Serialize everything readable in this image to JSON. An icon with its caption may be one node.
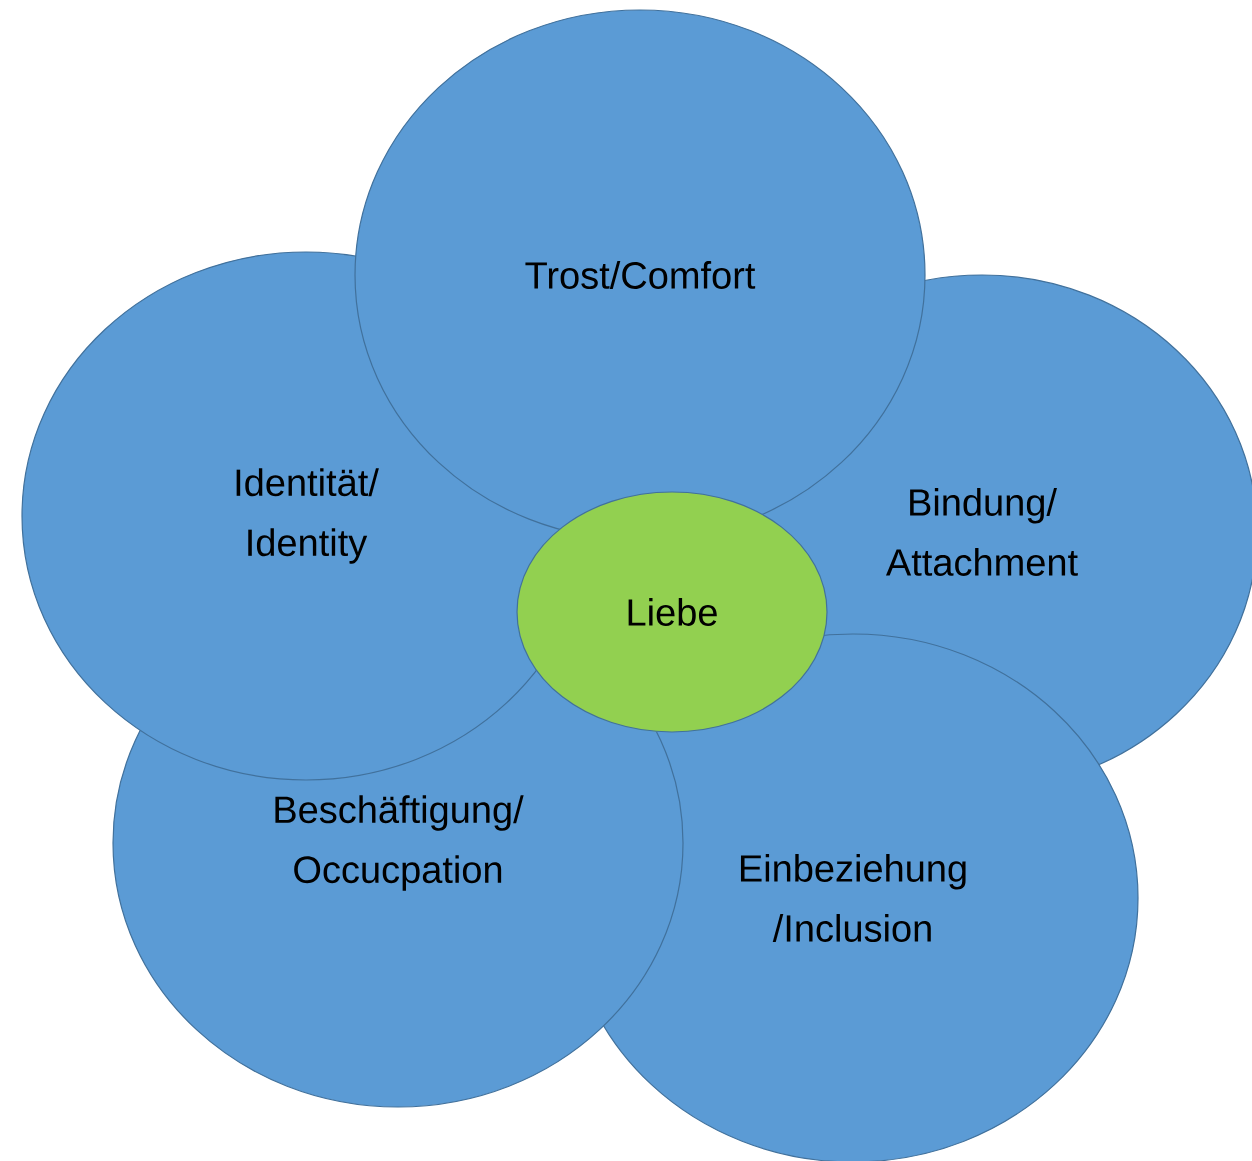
{
  "diagram": {
    "nodes": [
      {
        "text": [
          "Trost/Comfort"
        ]
      },
      {
        "text": [
          "Identität/ Identity"
        ]
      },
      {
        "text": [
          "Bindung/ Attachment"
        ]
      },
      {
        "text": [
          "Liebe"
        ]
      },
      {
        "text": [
          "Beschäftigung/ Occucpation"
        ]
      },
      {
        "text": [
          "Einbeziehung /Inclusion"
        ]
      }
    ]
  }
}
